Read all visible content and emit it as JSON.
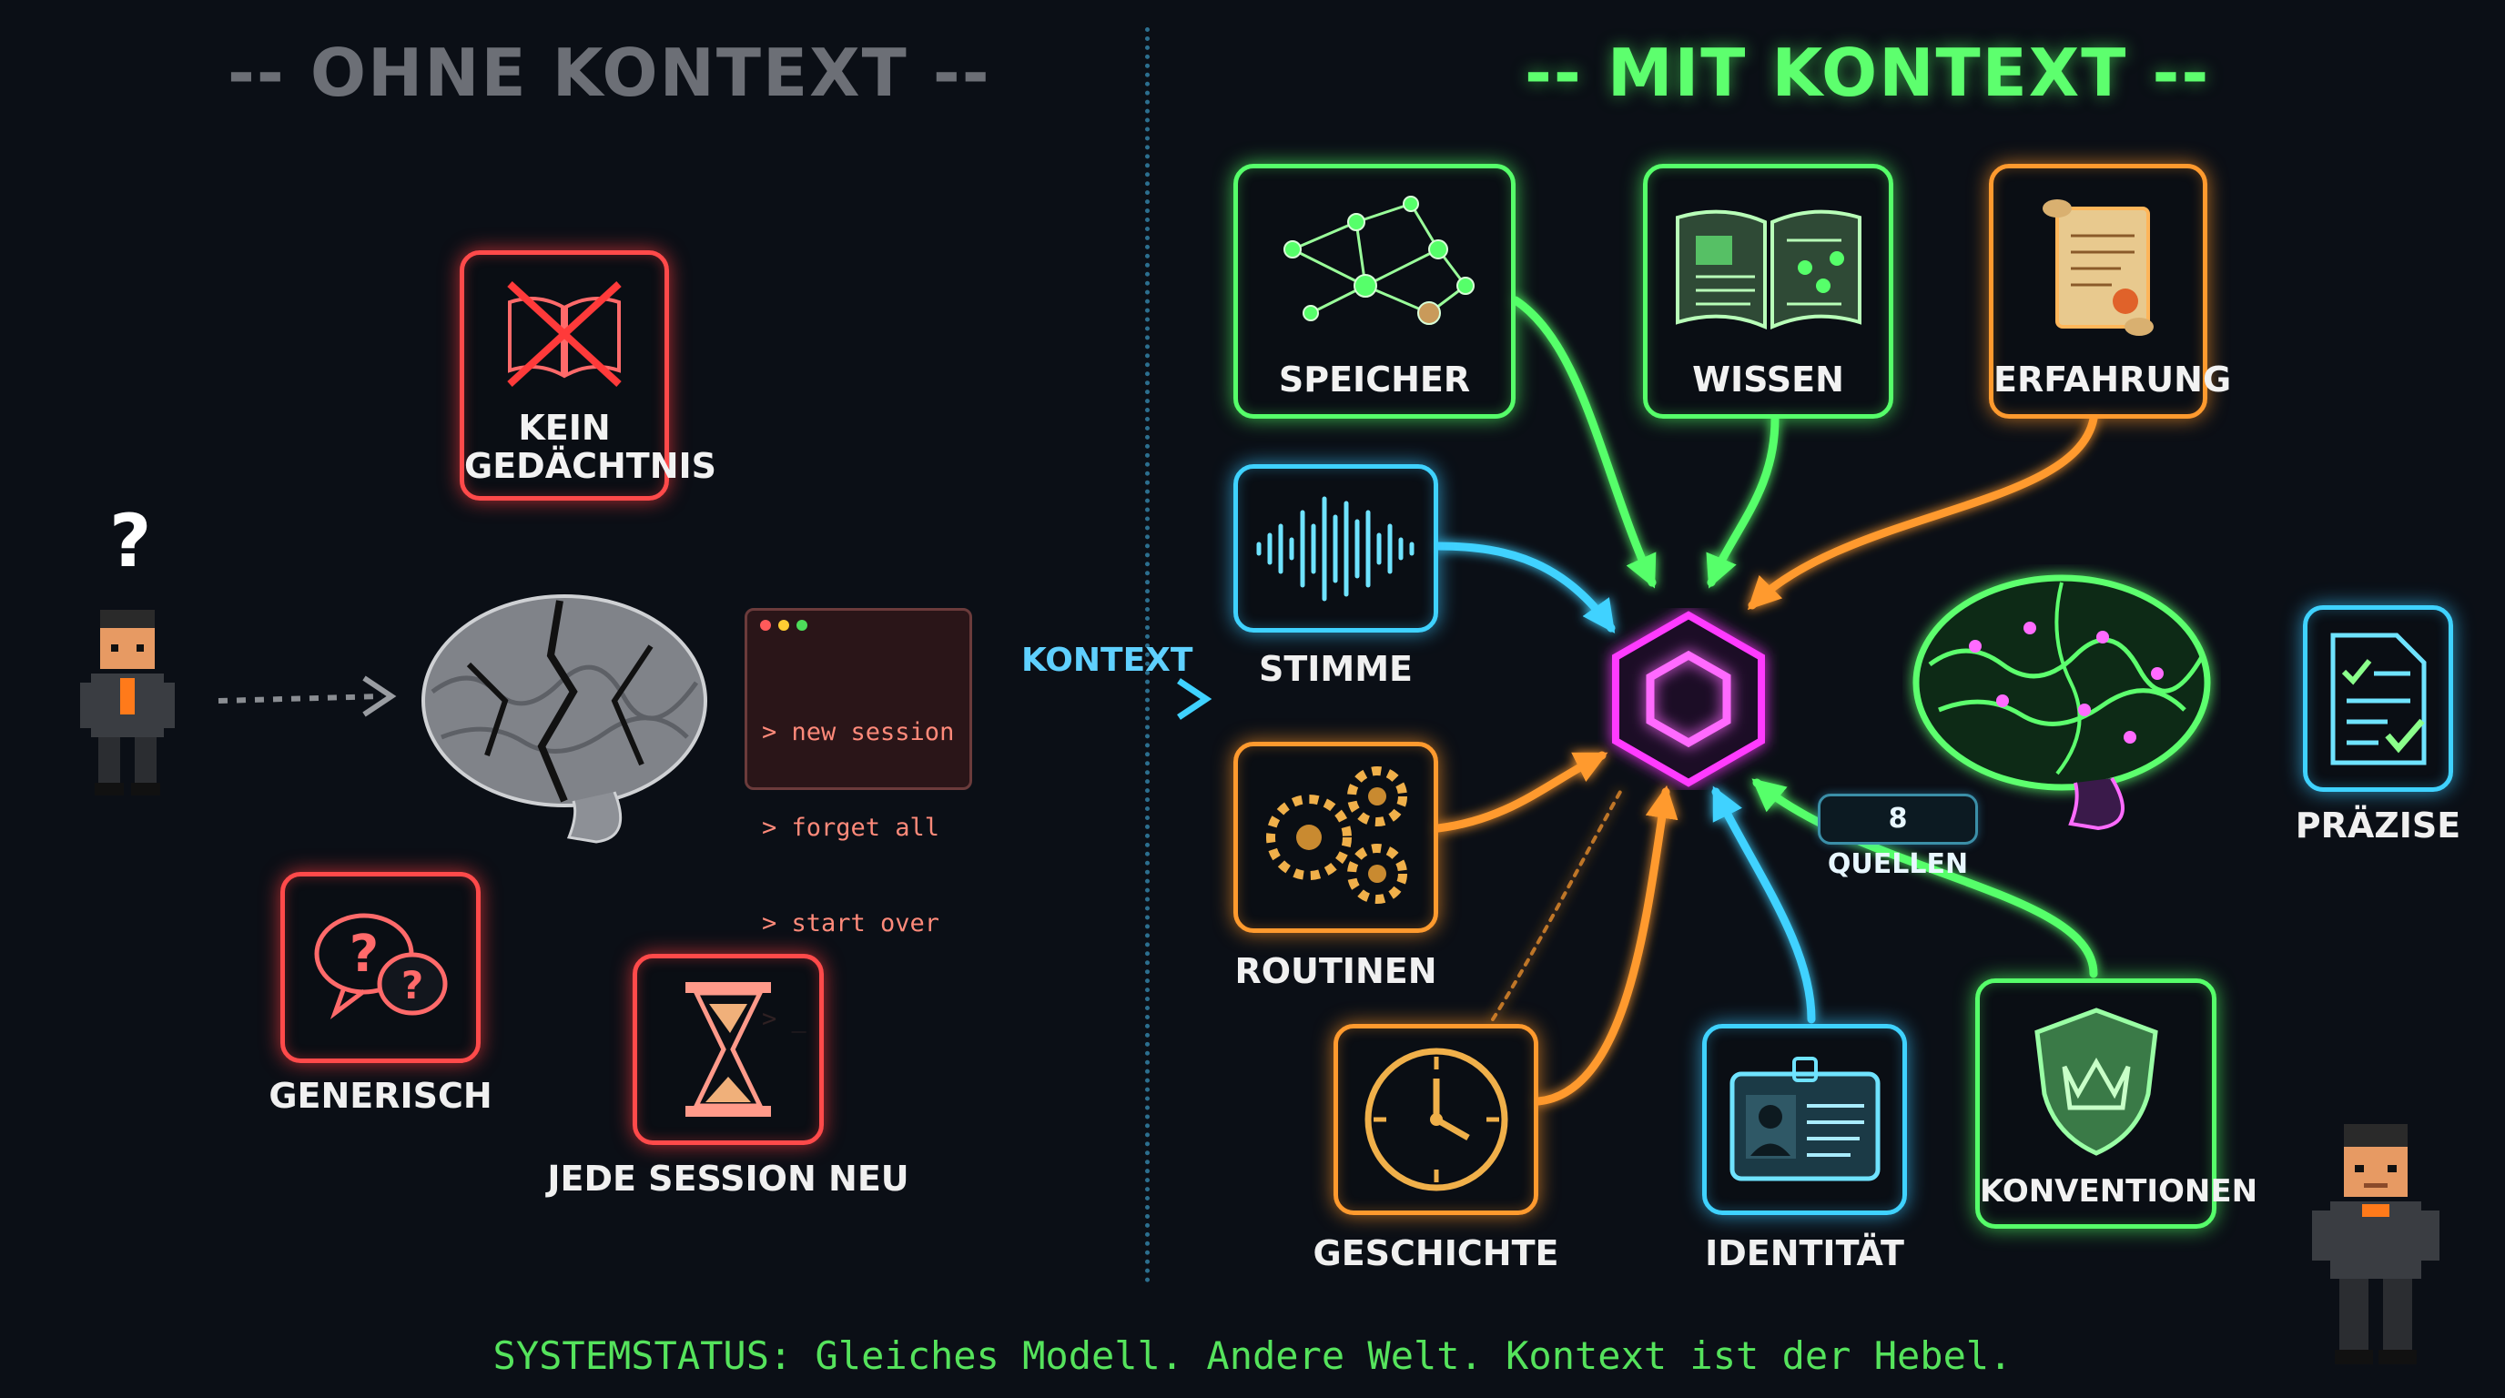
{
  "titles": {
    "left": "-- OHNE KONTEXT --",
    "right": "-- MIT KONTEXT --"
  },
  "left": {
    "question_mark": "?",
    "cards": {
      "memory": "KEIN\nGEDÄCHTNIS",
      "generic": "GENERISCH",
      "session": "JEDE SESSION NEU"
    },
    "terminal": {
      "lines": [
        "> new session",
        "> forget all",
        "> start over",
        "> _"
      ]
    }
  },
  "middle": {
    "arrow_label": "KONTEXT"
  },
  "right": {
    "sources": {
      "speicher": "SPEICHER",
      "wissen": "WISSEN",
      "erfahrung": "ERFAHRUNG",
      "stimme": "STIMME",
      "routinen": "ROUTINEN",
      "geschichte": "GESCHICHTE",
      "identitaet": "IDENTITÄT",
      "konventionen": "KONVENTIONEN"
    },
    "badge": "8 QUELLEN",
    "result": "PRÄZISE"
  },
  "status": "SYSTEMSTATUS: Gleiches Modell. Andere Welt. Kontext ist der Hebel.",
  "colors": {
    "background": "#0b0f16",
    "red": "#ff4a4a",
    "green": "#56ff6a",
    "orange": "#ff9a2e",
    "cyan": "#3fd2ff",
    "magenta": "#ff3bff"
  },
  "icons": [
    "crossed-book-icon",
    "speech-bubbles-icon",
    "hourglass-icon",
    "cracked-brain-icon",
    "network-graph-icon",
    "open-book-icon",
    "scroll-certificate-icon",
    "soundwave-icon",
    "gears-icon",
    "clock-icon",
    "id-card-icon",
    "shield-crown-icon",
    "hexagon-core-icon",
    "glowing-brain-icon",
    "checklist-document-icon",
    "pixel-person-icon"
  ]
}
